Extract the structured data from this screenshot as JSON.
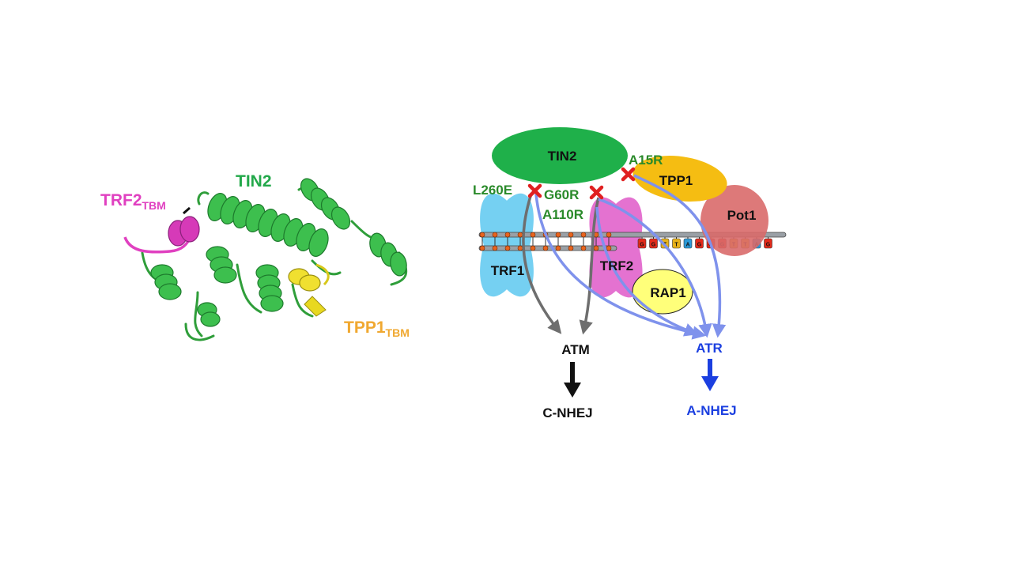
{
  "structure_panel": {
    "tin2_label": "TIN2",
    "trf2_label": "TRF2",
    "trf2_sub": "TBM",
    "tpp1_label": "TPP1",
    "tpp1_sub": "TBM"
  },
  "model_panel": {
    "proteins": {
      "tin2": "TIN2",
      "tpp1": "TPP1",
      "pot1": "Pot1",
      "trf1": "TRF1",
      "trf2": "TRF2",
      "rap1": "RAP1"
    },
    "mutations": {
      "a15r": "A15R",
      "l260e": "L260E",
      "g60r": "G60R",
      "a110r": "A110R"
    },
    "pathways": {
      "atm": "ATM",
      "atr": "ATR",
      "c_nhej": "C-NHEJ",
      "a_nhej": "A-NHEJ"
    },
    "overhang_bases": [
      "G",
      "G",
      "T",
      "T",
      "A",
      "G",
      "G",
      "G",
      "T",
      "T",
      "A",
      "G"
    ]
  },
  "colors": {
    "tin2": "#1fb04a",
    "tin2_label": "#22a84a",
    "trf2_magenta": "#e040c0",
    "tpp1_orange": "#f0a830",
    "tpp1_yellow": "#f5bd12",
    "pot1": "#d96a6a",
    "trf1": "#5ec8f0",
    "trf2": "#e05ac8",
    "rap1": "#ffff7a",
    "mutation_green": "#2a8a2a",
    "cross_red": "#e02020",
    "arrow_gray": "#6e6e6e",
    "arrow_blue": "#7f92ec",
    "atr_blue": "#1b3fe0"
  }
}
